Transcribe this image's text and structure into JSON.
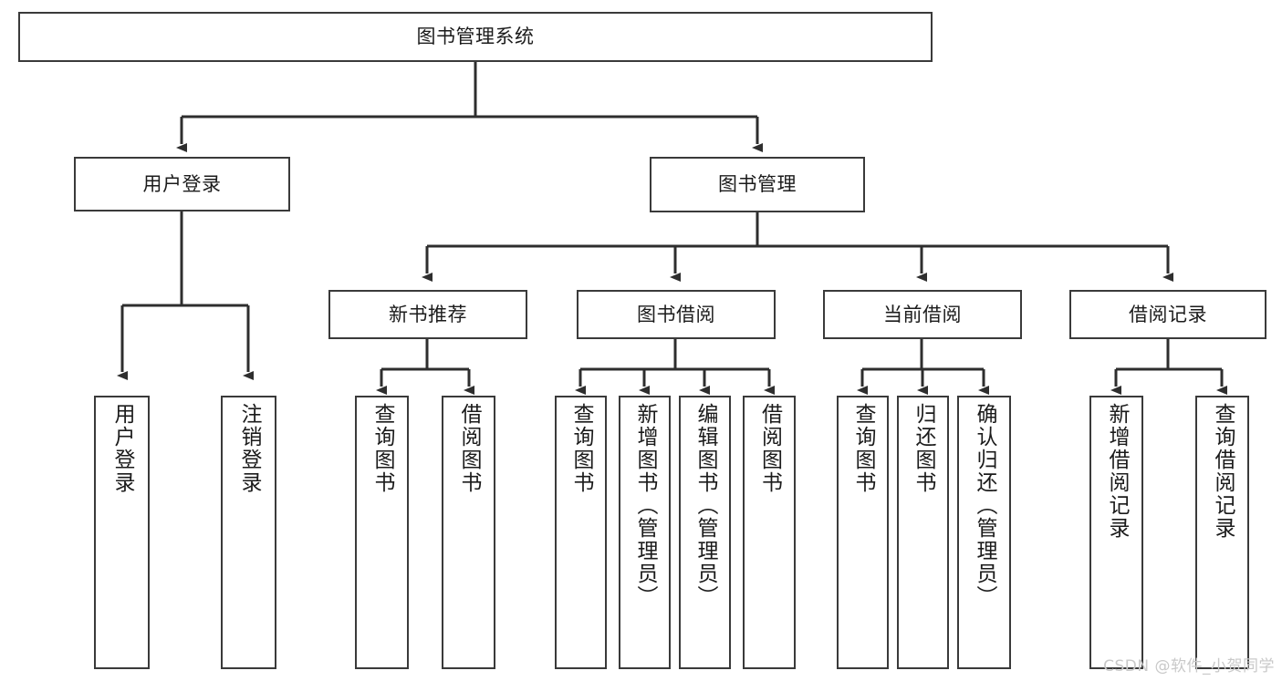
{
  "diagram": {
    "type": "tree",
    "title": "图书管理系统",
    "orientation": "top-down",
    "style": {
      "box_border_color": "#3a3a3a",
      "box_fill_color": "#ffffff",
      "connector_color": "#2e2e2e",
      "background_color": "#ffffff",
      "text_color": "#1b1b1b"
    },
    "root": {
      "label": "图书管理系统",
      "level": 0
    },
    "level1": [
      {
        "label": "用户登录",
        "level": 1
      },
      {
        "label": "图书管理",
        "level": 1
      }
    ],
    "level2": [
      {
        "label": "新书推荐",
        "level": 2
      },
      {
        "label": "图书借阅",
        "level": 2
      },
      {
        "label": "当前借阅",
        "level": 2
      },
      {
        "label": "借阅记录",
        "level": 2
      }
    ],
    "leaves": {
      "user_login": [
        {
          "label": "用户登录"
        },
        {
          "label": "注销登录"
        }
      ],
      "new_book_recommend": [
        {
          "label": "查询图书"
        },
        {
          "label": "借阅图书"
        }
      ],
      "book_borrow": [
        {
          "label": "查询图书"
        },
        {
          "label": "新增图书（管理员）"
        },
        {
          "label": "编辑图书（管理员）"
        },
        {
          "label": "借阅图书"
        }
      ],
      "current_borrow": [
        {
          "label": "查询图书"
        },
        {
          "label": "归还图书"
        },
        {
          "label": "确认归还（管理员）"
        }
      ],
      "borrow_record": [
        {
          "label": "新增借阅记录"
        },
        {
          "label": "查询借阅记录"
        }
      ]
    }
  },
  "watermark": {
    "text": "CSDN @软件_小贺同学"
  }
}
